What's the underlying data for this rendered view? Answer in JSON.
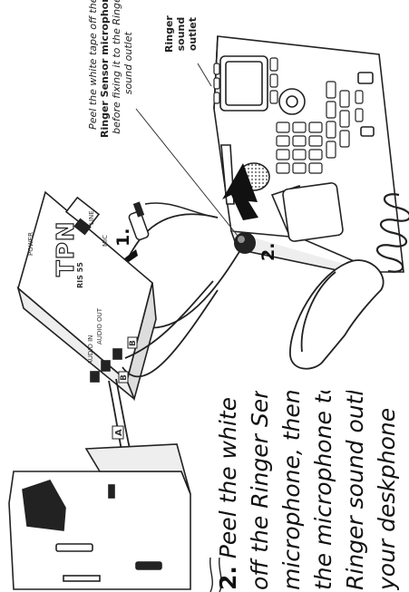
{
  "callout": {
    "line1": "Peel the white tape off the",
    "line2": "Ringer Sensor microphone",
    "line3": "before fixing it to the Ringer",
    "line4": "sound outlet"
  },
  "ringer_label": {
    "line1": "Ringer",
    "line2": "sound",
    "line3": "outlet"
  },
  "steps": {
    "one": "1.",
    "two": "2."
  },
  "instruction": {
    "num": "2.",
    "line1_rest": " Peel the white tape",
    "line2": "off the Ringer Sensor",
    "line3": "microphone, then fix",
    "line4": "the microphone to the",
    "line5": "Ringer sound outlet on",
    "line6": "your deskphone"
  },
  "device": {
    "logo": "TPN",
    "model": "RIS 55",
    "port_mic": "MIC",
    "port_audio_in": "AUDIO IN",
    "port_audio_out": "AUDIO OUT",
    "port_power": "POWER",
    "port_line": "LINE",
    "port_b": "B",
    "port_a": "A"
  },
  "cable_labels": {
    "a": "A",
    "b": "B"
  }
}
